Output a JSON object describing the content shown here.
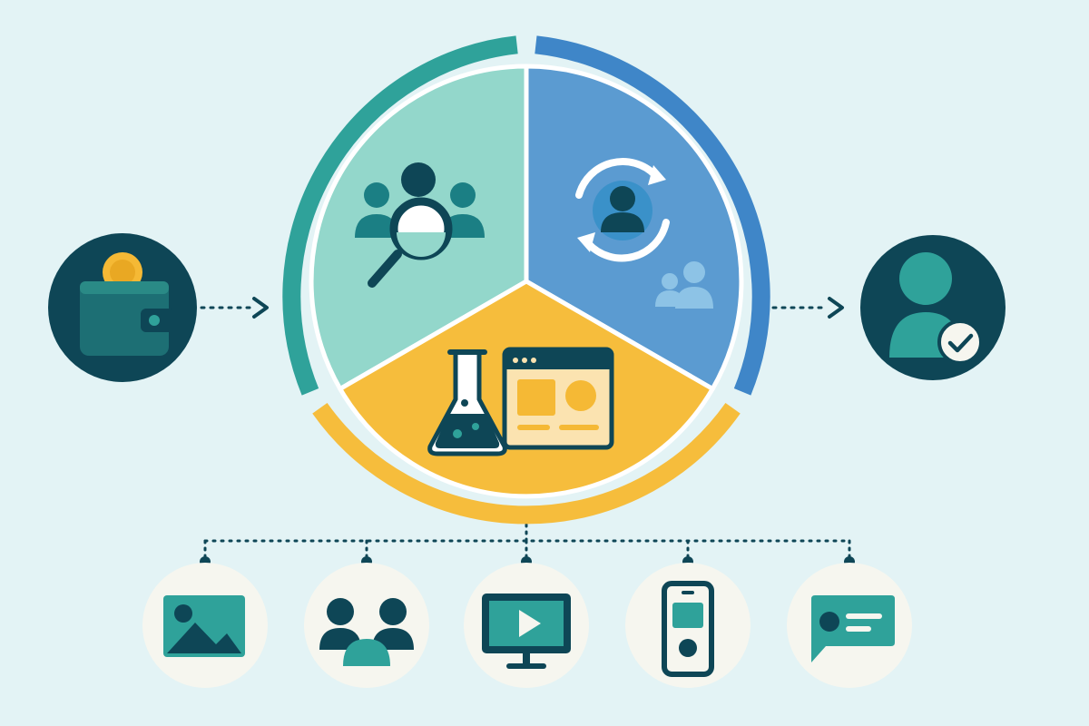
{
  "colors": {
    "background": "#e3f3f5",
    "dark_navy": "#0e4656",
    "teal": "#2fa29a",
    "teal_light": "#93d7cb",
    "blue": "#5b9bd1",
    "blue_ring": "#3f86c8",
    "yellow": "#f6bd3c",
    "yellow_light": "#fbe3b0",
    "circle_bg": "#f6f6ef",
    "gold": "#f5b935"
  },
  "diagram": {
    "input_node": {
      "icon": "wallet-coin-icon"
    },
    "output_node": {
      "icon": "verified-user-icon"
    },
    "segments": [
      {
        "icon": "people-search-icon",
        "color": "teal_light"
      },
      {
        "icon": "user-cycle-icon",
        "color": "blue"
      },
      {
        "icon": "lab-flask-browser-icon",
        "color": "yellow"
      }
    ],
    "channels": [
      {
        "icon": "image-icon"
      },
      {
        "icon": "community-icon"
      },
      {
        "icon": "video-monitor-icon"
      },
      {
        "icon": "mobile-phone-icon"
      },
      {
        "icon": "chat-message-icon"
      }
    ]
  }
}
